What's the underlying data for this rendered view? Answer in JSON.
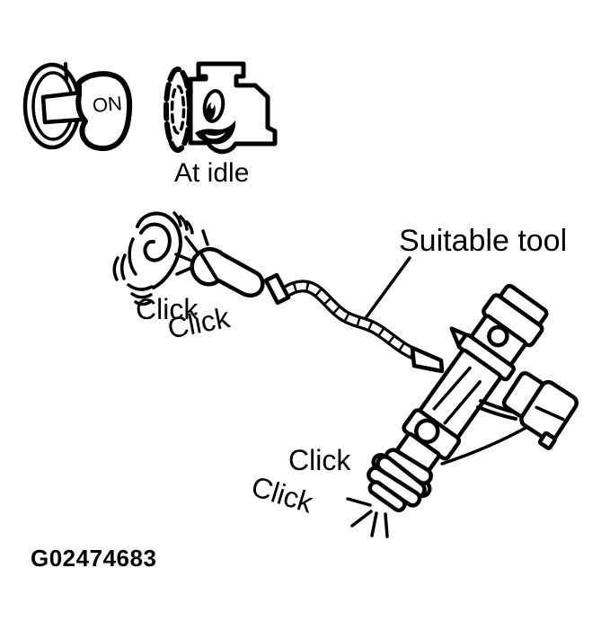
{
  "figure": {
    "figure_id": "G02474683",
    "background_color": "#ffffff",
    "line_color": "#000000"
  },
  "labels": {
    "ignition_on": "ON",
    "at_idle": "At idle",
    "suitable_tool": "Suitable tool",
    "click_ear_1": "Click",
    "click_ear_2": "Click",
    "click_injector_1": "Click",
    "click_injector_2": "Click"
  }
}
